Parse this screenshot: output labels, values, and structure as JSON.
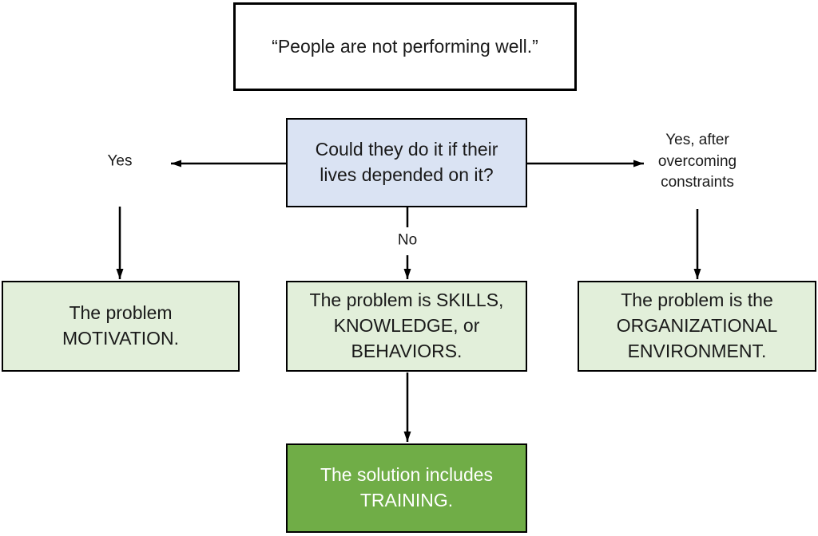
{
  "diagram": {
    "statement": "“People are not performing well.”",
    "question": [
      "Could they do it if their",
      "lives depended on it?"
    ],
    "branch_labels": {
      "yes": "Yes",
      "no": "No",
      "yes_after": [
        "Yes, after",
        "overcoming",
        "constraints"
      ]
    },
    "outcomes": {
      "motivation": [
        "The problem",
        "MOTIVATION."
      ],
      "skills": [
        "The problem is SKILLS,",
        "KNOWLEDGE, or",
        "BEHAVIORS."
      ],
      "environment": [
        "The problem is the",
        "ORGANIZATIONAL",
        "ENVIRONMENT."
      ]
    },
    "solution": [
      "The solution includes",
      "TRAINING."
    ],
    "colors": {
      "question_fill": "#dae3f3",
      "outcome_fill": "#e2efda",
      "solution_fill": "#70ad47",
      "solution_text": "#ffffff",
      "line": "#000000"
    }
  }
}
